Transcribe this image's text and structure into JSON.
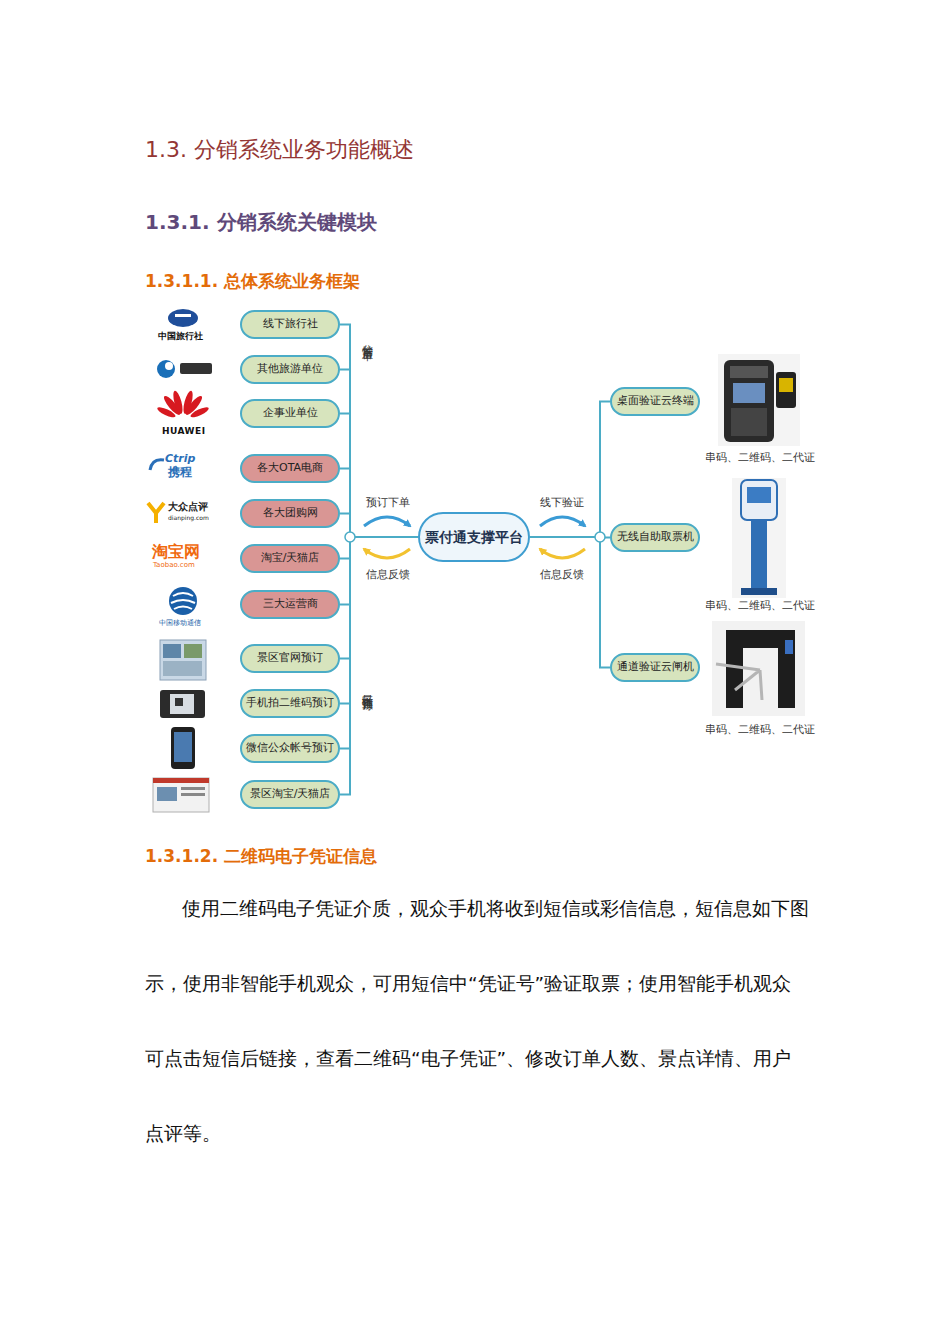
{
  "diagram": {
    "title": "1.3.1.1. 总体系统业务框架",
    "nodes": [
      {
        "text": [
          "线下旅行社"
        ]
      },
      {
        "text": [
          "其他旅游单位"
        ]
      },
      {
        "text": [
          "企事业单位"
        ]
      },
      {
        "text": [
          "各大OTA电商"
        ]
      },
      {
        "text": [
          "各大团购网"
        ]
      },
      {
        "text": [
          "淘宝/天猫店"
        ]
      },
      {
        "text": [
          "三大运营商"
        ]
      },
      {
        "text": [
          "景区官网预订"
        ]
      },
      {
        "text": [
          "手机拍二维码预订"
        ]
      },
      {
        "text": [
          "微信公众帐号预订"
        ]
      },
      {
        "text": [
          "景区淘宝/天猫店"
        ]
      },
      {
        "text": [
          "票付通支撑平台"
        ]
      },
      {
        "text": [
          "桌面验证云终端"
        ]
      },
      {
        "text": [
          "无线自助取票机"
        ]
      },
      {
        "text": [
          "通道验证云闸机"
        ]
      }
    ],
    "edges": [
      {
        "from": 0,
        "to": 11,
        "arrow": "none"
      },
      {
        "from": 1,
        "to": 11,
        "arrow": "none"
      },
      {
        "from": 2,
        "to": 11,
        "arrow": "none"
      },
      {
        "from": 3,
        "to": 11,
        "arrow": "none"
      },
      {
        "from": 4,
        "to": 11,
        "arrow": "none"
      },
      {
        "from": 5,
        "to": 11,
        "arrow": "none"
      },
      {
        "from": 6,
        "to": 11,
        "arrow": "none"
      },
      {
        "from": 7,
        "to": 11,
        "arrow": "none"
      },
      {
        "from": 8,
        "to": 11,
        "arrow": "none"
      },
      {
        "from": 9,
        "to": 11,
        "arrow": "none"
      },
      {
        "from": 10,
        "to": 11,
        "arrow": "none"
      },
      {
        "from": 11,
        "to": 12,
        "arrow": "none"
      },
      {
        "from": 11,
        "to": 13,
        "arrow": "none"
      },
      {
        "from": 11,
        "to": 14,
        "arrow": "none"
      }
    ],
    "labels": [
      "1.3. 分销系统业务功能概述",
      "1.3.1. 分销系统关键模块",
      "1.3.1.2. 二维码电子凭证信息",
      "使用二维码电子凭证介质，观众手机将收到短信或彩信信息，短信息如下图示，使用非智能手机观众，可用短信中“凭证号”验证取票；使用智能手机观众可点击短信后链接，查看二维码“电子凭证”、修改订单人数、景点详情、用户点评等。",
      "分销后台下单",
      "景区直销预订",
      "预订下单",
      "信息反馈",
      "线下验证",
      "信息反馈",
      "串码、二维码、二代证",
      "串码、二维码、二代证",
      "串码、二维码、二代证",
      "中国旅行社",
      "HUAWEI",
      "Ctrip",
      "携程",
      "大众点评",
      "dianping.com",
      "淘宝网",
      "Taobao.com",
      "中国移动通信"
    ]
  }
}
